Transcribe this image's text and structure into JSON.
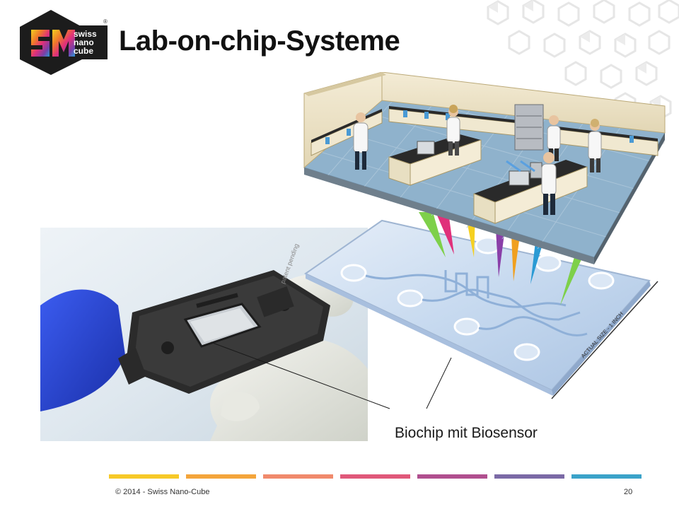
{
  "slide": {
    "title": "Lab-on-chip-Systeme",
    "caption": "Biochip mit Biosensor",
    "copyright": "© 2014 - Swiss Nano-Cube",
    "page_number": "20"
  },
  "logo": {
    "line1": "swiss",
    "line2": "nano",
    "line3": "cube",
    "registered_mark": "®",
    "icon_name": "swiss-nano-cube-logo"
  },
  "illustration": {
    "ruler_text": "ACTUAL SIZE - 1 INCH",
    "cartridge_label": "patent pending",
    "icon_name": "lab-on-chip-illustration"
  },
  "colors": {
    "title": "#111111",
    "footer_bars": [
      "#f7c928",
      "#f4a53b",
      "#f08a6c",
      "#e0597a",
      "#b04f8f",
      "#7b6aa6",
      "#3ba3c9"
    ],
    "chip_blue": "#c6d9ef",
    "floor_blue": "#8fb2cc"
  }
}
